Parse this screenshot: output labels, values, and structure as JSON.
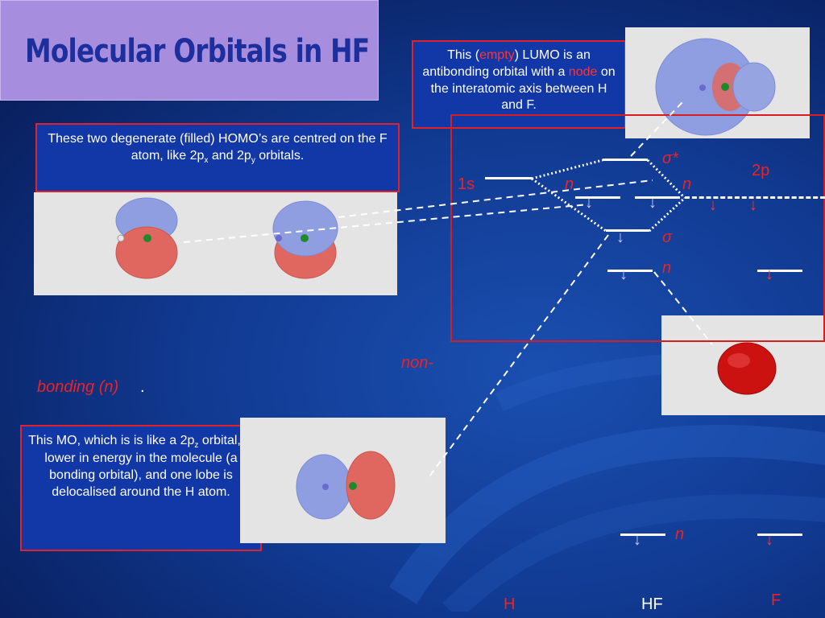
{
  "slide": {
    "title": "Molecular Orbitals in HF"
  },
  "notes": {
    "lumo": {
      "p1": "This (",
      "p2": "empty",
      "p3": ") LUMO is an antibonding orbital with a ",
      "p4": "node",
      "p5": " on the interatomic axis between H and F."
    },
    "homo": {
      "p1": "These two degenerate (filled) HOMO’s are centred on the F atom, like 2p",
      "sub_x": "x",
      "p2": " and 2p",
      "sub_y": "y",
      "p3": " orbitals."
    },
    "bonding": {
      "p1": "This MO, which is is  like a 2p",
      "sub_z": "z",
      "p2": " orbital, is lower in energy  in the molecule (a bonding orbital), and one lobe is delocalised around the H atom."
    }
  },
  "fragment": {
    "nonb1": "non-",
    "nonb2": "bonding (n)",
    "period": "."
  },
  "diagram": {
    "label_1s": "1s",
    "label_2p": "2p",
    "label_sigma_star": "σ*",
    "label_sigma": "σ",
    "label_n": "n",
    "atom_h": "H",
    "molecule_hf": "HF",
    "atom_f": "F",
    "electron_arrow": "↓"
  },
  "colors": {
    "background": "#113a92",
    "title_bg": "#a78ddd",
    "title_text": "#1c2f9c",
    "note_bg": "#1238a8",
    "border_red": "#e0222a",
    "label_red": "#ee2222",
    "lobe_blue": "#8f9ee0",
    "lobe_red": "#e0675f"
  }
}
